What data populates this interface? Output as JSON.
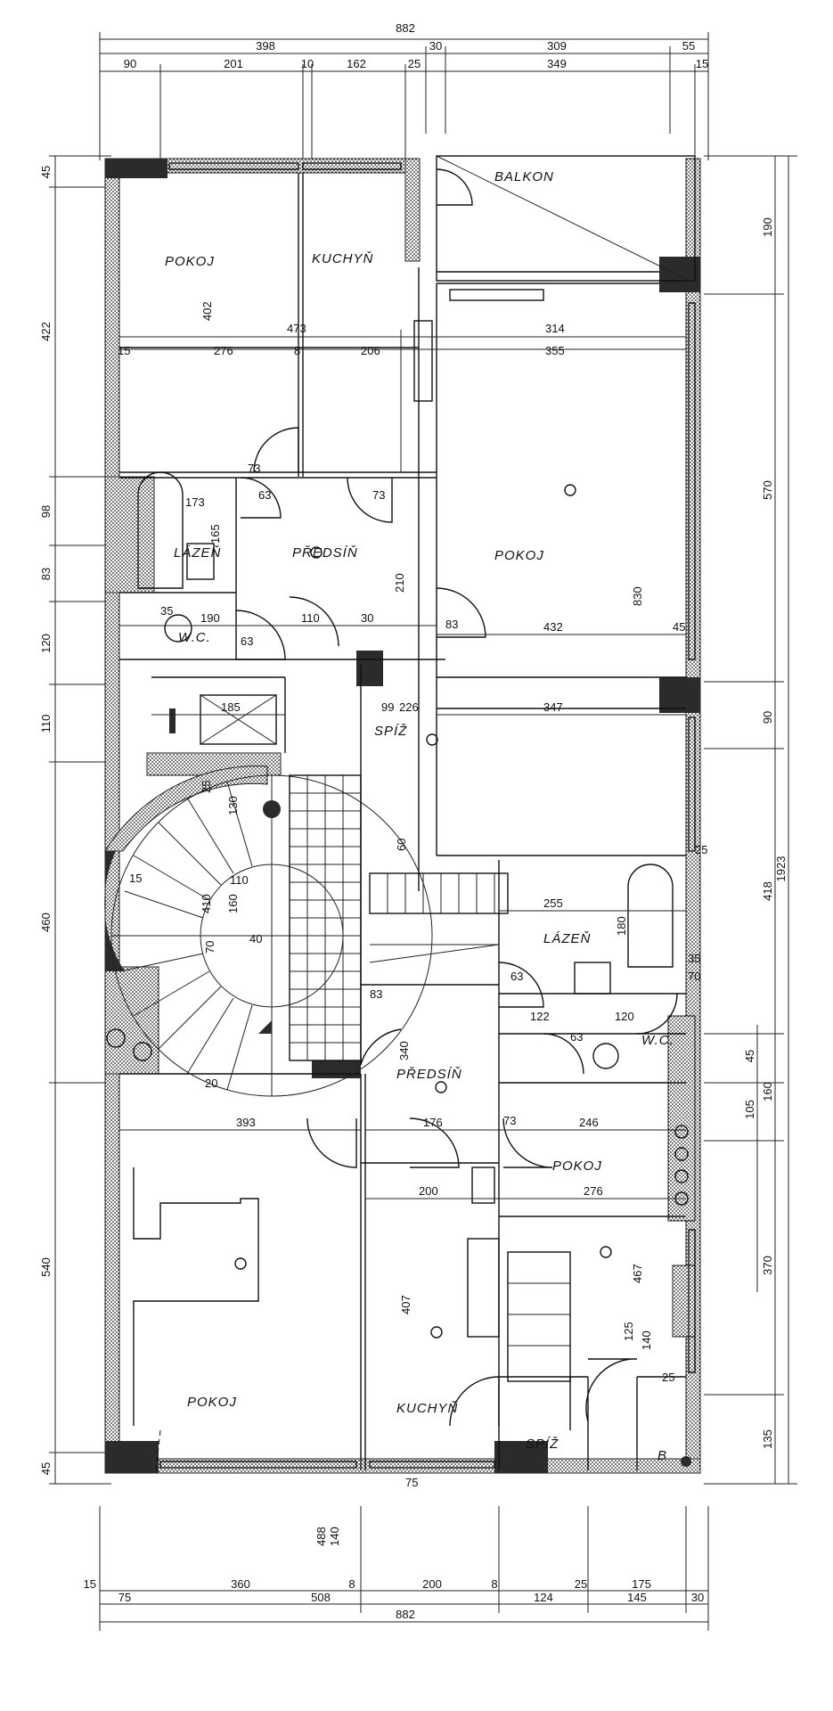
{
  "rooms": {
    "balkon": "BALKON",
    "pokoj_top_left": "POKOJ",
    "kuchyn_top": "KUCHYŇ",
    "pokoj_top_right": "POKOJ",
    "lazen_top": "LÁZEŇ",
    "predsin_top": "PŘEDSÍŇ",
    "wc_top": "W.C.",
    "spiz_top": "SPÍŽ",
    "lazen_mid": "LÁZEŇ",
    "wc_mid": "W.C.",
    "predsin_mid": "PŘEDSÍŇ",
    "pokoj_mid_right": "POKOJ",
    "pokoj_bottom_left": "POKOJ",
    "kuchyn_bottom": "KUCHYŇ",
    "spiz_bottom": "SPÍŽ",
    "b_label": "B"
  },
  "dims_top": {
    "total": "882",
    "row2": [
      "398",
      "30",
      "309",
      "55"
    ],
    "row3": [
      "90",
      "201",
      "10",
      "162",
      "25",
      "349",
      "15"
    ]
  },
  "dims_bottom": {
    "row1": [
      "15",
      "360",
      "8",
      "200",
      "8",
      "25",
      "175"
    ],
    "row2": [
      "75",
      "508",
      "124",
      "145",
      "30"
    ],
    "total": "882"
  },
  "dims_left": [
    "45",
    "422",
    "98",
    "83",
    "120",
    "110",
    "460",
    "540",
    "45"
  ],
  "dims_right": [
    "190",
    "570",
    "90",
    "418",
    "1923",
    "45",
    "105",
    "160",
    "370",
    "135"
  ],
  "dims_inner": {
    "a": "473",
    "b": "314",
    "c": "276",
    "d": "206",
    "e": "355",
    "f": "15",
    "g": "8",
    "h": "402",
    "i": "73",
    "j": "173",
    "k": "63",
    "l": "73",
    "m": "165",
    "n": "210",
    "o": "830",
    "p": "432",
    "q": "45",
    "r": "190",
    "s": "110",
    "t": "30",
    "u": "63",
    "v": "83",
    "w": "347",
    "x": "185",
    "y": "99",
    "z": "226",
    "aa": "130",
    "ab": "410",
    "ac": "160",
    "ad": "110",
    "ae": "40",
    "af": "70",
    "ag": "255",
    "ah": "180",
    "ai": "63",
    "aj": "122",
    "ak": "120",
    "al": "63",
    "am": "35",
    "an": "70",
    "ao": "340",
    "ap": "83",
    "aq": "176",
    "ar": "73",
    "as": "393",
    "at": "246",
    "au": "200",
    "av": "276",
    "aw": "467",
    "ax": "407",
    "ay": "125",
    "az": "140",
    "ba": "25",
    "bb": "488",
    "bc": "140",
    "bd": "75",
    "be": "25",
    "bf": "20",
    "bg": "35",
    "bh": "15",
    "bi": "60",
    "bj": "25"
  }
}
